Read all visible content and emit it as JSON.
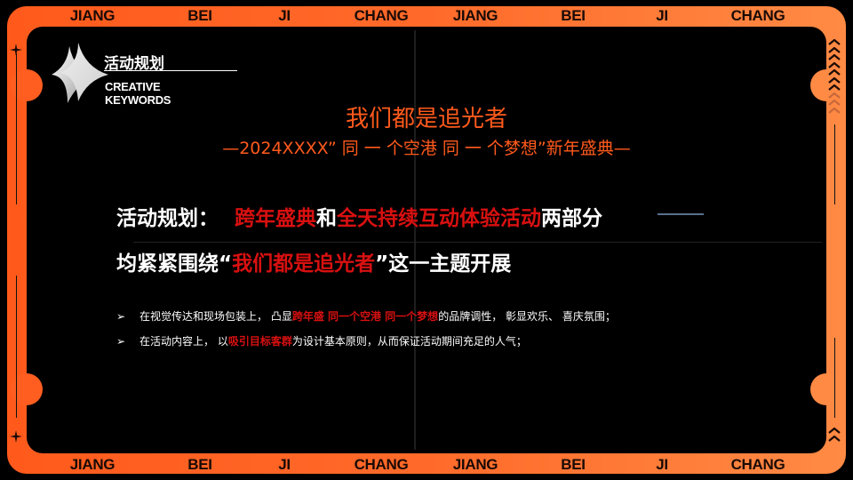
{
  "frame": {
    "colors": {
      "left": "#ff5a1c",
      "right": "#ff8a44",
      "inner": "#000000"
    },
    "top_words": [
      "JIANG",
      "BEI",
      "JI",
      "CHANG",
      "JIANG",
      "BEI",
      "JI",
      "CHANG"
    ],
    "bottom_words": [
      "JIANG",
      "BEI",
      "JI",
      "CHANG",
      "JIANG",
      "BEI",
      "JI",
      "CHANG"
    ],
    "decor_icons": [
      "sparkle-star-icon",
      "chevron-up-icon"
    ]
  },
  "header": {
    "section_title": "活动规划",
    "keywords_line1": "CREATIVE",
    "keywords_line2": "KEYWORDS",
    "logo_icon": "four-point-star-icon"
  },
  "title": {
    "main": "我们都是追光者",
    "subtitle": "—2024XXXX” 同 一 个空港  同 一 个梦想”新年盛典—",
    "color": "#ff5a1c"
  },
  "body": {
    "line1": {
      "prefix": "活动规划：",
      "part1": "跨年盛典",
      "mid": "和",
      "part2": "全天持续互动体验活动",
      "suffix": "两部分"
    },
    "line2": {
      "prefix": "均紧紧围绕“",
      "highlight": "我们都是追光者",
      "suffix": "”这一主题开展"
    },
    "bullets": [
      {
        "icon": "arrow-bullet-icon",
        "glyph": "➢",
        "text1": "在视觉传达和现场包装上，  凸显",
        "highlight": "跨年盛   同一个空港  同一个梦想",
        "text2": "的品牌调性，   彰显欢乐、  喜庆氛围；"
      },
      {
        "icon": "arrow-bullet-icon",
        "glyph": "➢",
        "text1": "在活动内容上，  以",
        "highlight": "吸引目标客群",
        "text2": "为设计基本原则，从而保证活动期间充足的人气；"
      }
    ],
    "highlight_color": "#d81010"
  }
}
